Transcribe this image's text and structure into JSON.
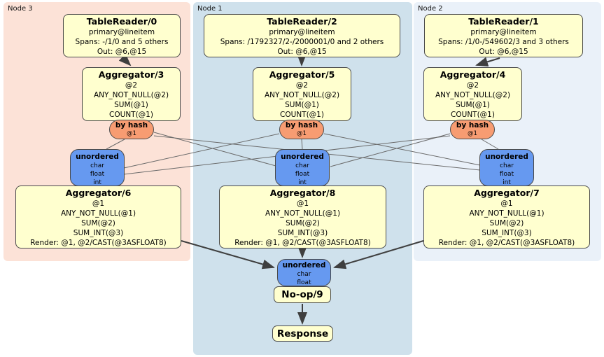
{
  "regions": {
    "n3": {
      "label": "Node 3"
    },
    "n1": {
      "label": "Node 1"
    },
    "n2": {
      "label": "Node 2"
    }
  },
  "nodes": {
    "n3": {
      "tr": {
        "title": "TableReader/0",
        "index": "primary@lineitem",
        "spans": "Spans: -/1/0 and 5 others",
        "out": "Out: @6,@15"
      },
      "agg1": {
        "title": "Aggregator/3",
        "lines": [
          "@2",
          "ANY_NOT_NULL(@2)",
          "SUM(@1)",
          "COUNT(@1)"
        ]
      },
      "router": {
        "title": "by hash",
        "key": "@1"
      },
      "sync": {
        "title": "unordered",
        "types": [
          "char",
          "float",
          "int"
        ]
      },
      "agg2": {
        "title": "Aggregator/6",
        "lines": [
          "@1",
          "ANY_NOT_NULL(@1)",
          "SUM(@2)",
          "SUM_INT(@3)",
          "Render: @1, @2/CAST(@3ASFLOAT8)"
        ]
      }
    },
    "n1": {
      "tr": {
        "title": "TableReader/2",
        "index": "primary@lineitem",
        "spans": "Spans: /1792327/2-/2000001/0 and 2 others",
        "out": "Out: @6,@15"
      },
      "agg1": {
        "title": "Aggregator/5",
        "lines": [
          "@2",
          "ANY_NOT_NULL(@2)",
          "SUM(@1)",
          "COUNT(@1)"
        ]
      },
      "router": {
        "title": "by hash",
        "key": "@1"
      },
      "sync": {
        "title": "unordered",
        "types": [
          "char",
          "float",
          "int"
        ]
      },
      "agg2": {
        "title": "Aggregator/8",
        "lines": [
          "@1",
          "ANY_NOT_NULL(@1)",
          "SUM(@2)",
          "SUM_INT(@3)",
          "Render: @1, @2/CAST(@3ASFLOAT8)"
        ]
      }
    },
    "n2": {
      "tr": {
        "title": "TableReader/1",
        "index": "primary@lineitem",
        "spans": "Spans: /1/0-/549602/3 and 3 others",
        "out": "Out: @6,@15"
      },
      "agg1": {
        "title": "Aggregator/4",
        "lines": [
          "@2",
          "ANY_NOT_NULL(@2)",
          "SUM(@1)",
          "COUNT(@1)"
        ]
      },
      "router": {
        "title": "by hash",
        "key": "@1"
      },
      "sync": {
        "title": "unordered",
        "types": [
          "char",
          "float",
          "int"
        ]
      },
      "agg2": {
        "title": "Aggregator/7",
        "lines": [
          "@1",
          "ANY_NOT_NULL(@1)",
          "SUM(@2)",
          "SUM_INT(@3)",
          "Render: @1, @2/CAST(@3ASFLOAT8)"
        ]
      }
    }
  },
  "final": {
    "sync": {
      "title": "unordered",
      "types": [
        "char",
        "float"
      ]
    },
    "noop": "No-op/9",
    "response": "Response"
  },
  "colors": {
    "processor_fill": "#ffffcf",
    "router_fill": "#f79c72",
    "sync_fill": "#6699f0",
    "node3_bg": "#fce2d7",
    "node1_bg": "#cfe1ec",
    "node2_bg": "#eaf1f9",
    "edge_thin": "#6a6a6a",
    "edge_thick": "#3f3f3f"
  }
}
